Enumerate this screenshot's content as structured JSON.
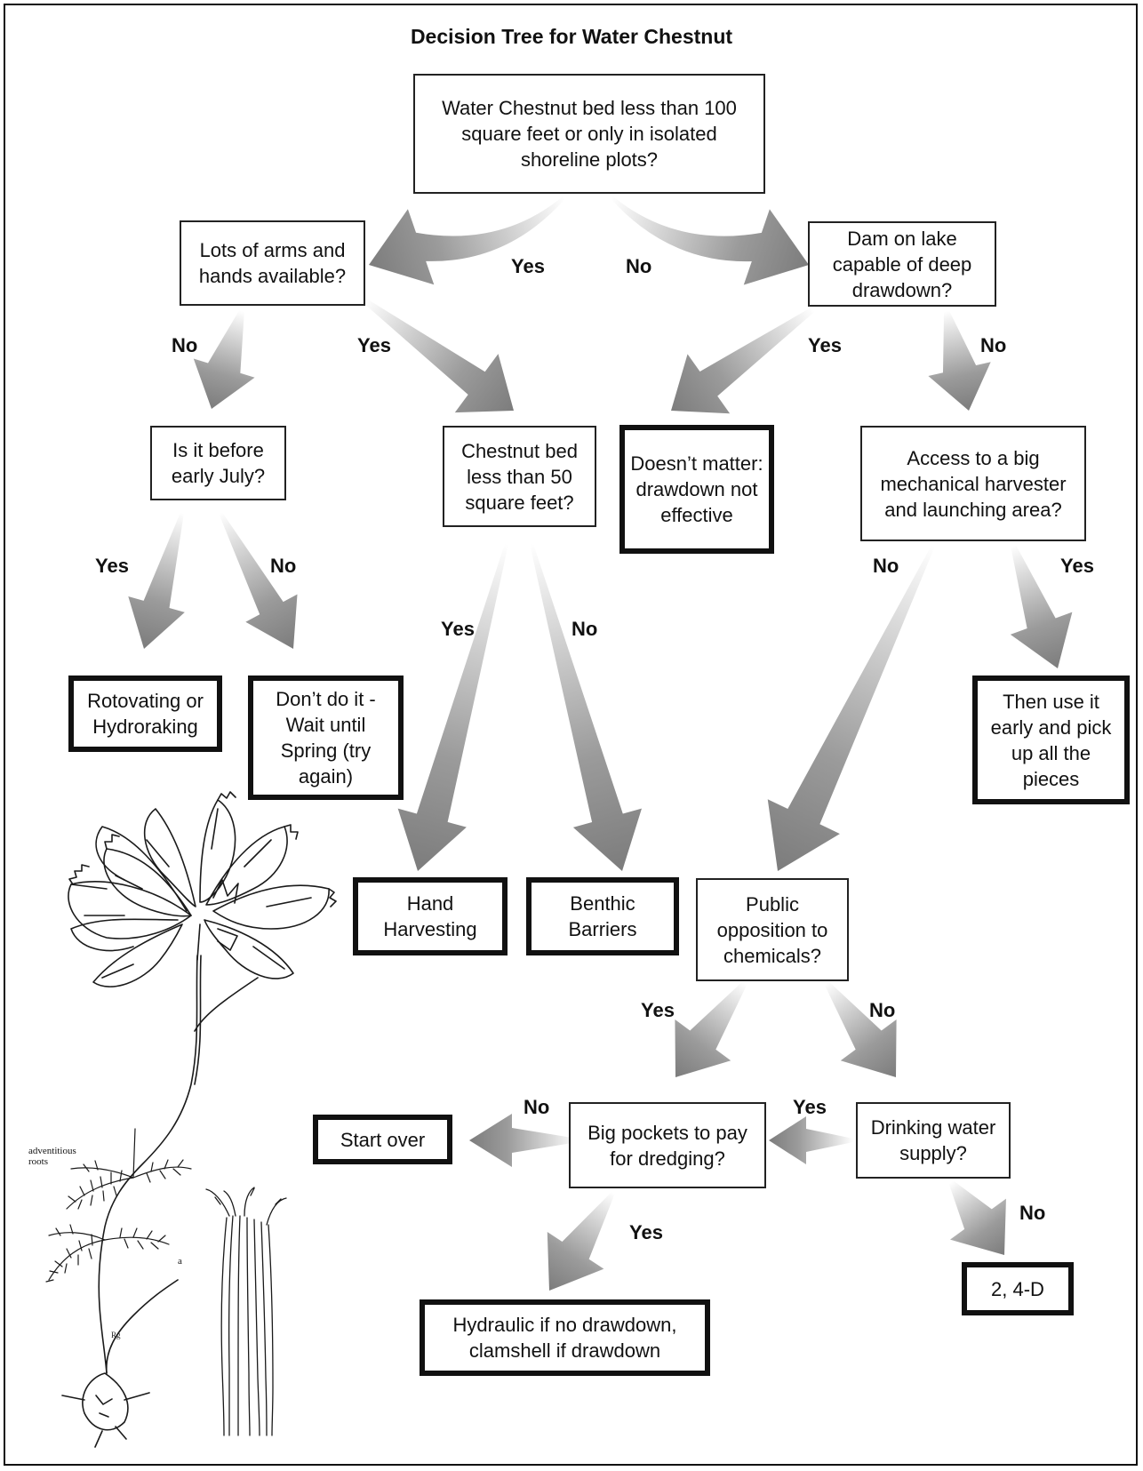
{
  "title": "Decision Tree for Water Chestnut",
  "nodes": {
    "start": "Water Chestnut bed less than 100 square feet or only in isolated shoreline plots?",
    "arms": "Lots of arms and hands available?",
    "dam": "Dam on lake capable of deep drawdown?",
    "july": "Is it before early July?",
    "bed50": "Chestnut bed less than 50 square feet?",
    "doesnt_matter": "Doesn’t matter: drawdown not effective",
    "harvester": "Access to a big mechanical harvester and launching area?",
    "rotovating": "Rotovating or Hydroraking",
    "dont": "Don’t do it - Wait until Spring (try again)",
    "then_use": "Then use it early and pick up all the pieces",
    "hand": "Hand Harvesting",
    "benthic": "Benthic Barriers",
    "public": "Public opposition to chemicals?",
    "pockets": "Big pockets to pay for dredging?",
    "drinking": "Drinking water supply?",
    "start_over": "Start over",
    "hydraulic": "Hydraulic if no drawdown, clamshell if drawdown",
    "two4d": "2, 4-D"
  },
  "edge_labels": {
    "start_yes": "Yes",
    "start_no": "No",
    "arms_no": "No",
    "arms_yes": "Yes",
    "dam_yes": "Yes",
    "dam_no": "No",
    "july_yes": "Yes",
    "july_no": "No",
    "harv_no": "No",
    "harv_yes": "Yes",
    "bed_yes": "Yes",
    "bed_no": "No",
    "public_yes": "Yes",
    "public_no": "No",
    "pockets_no": "No",
    "drinking_yes": "Yes",
    "pockets_yes": "Yes",
    "drinking_no": "No"
  },
  "illustration": {
    "caption": "adventitious roots",
    "marker": "a"
  },
  "colors": {
    "arrow_dark": "#7f7f7f",
    "arrow_light": "#ffffff",
    "box_border": "#111111"
  }
}
